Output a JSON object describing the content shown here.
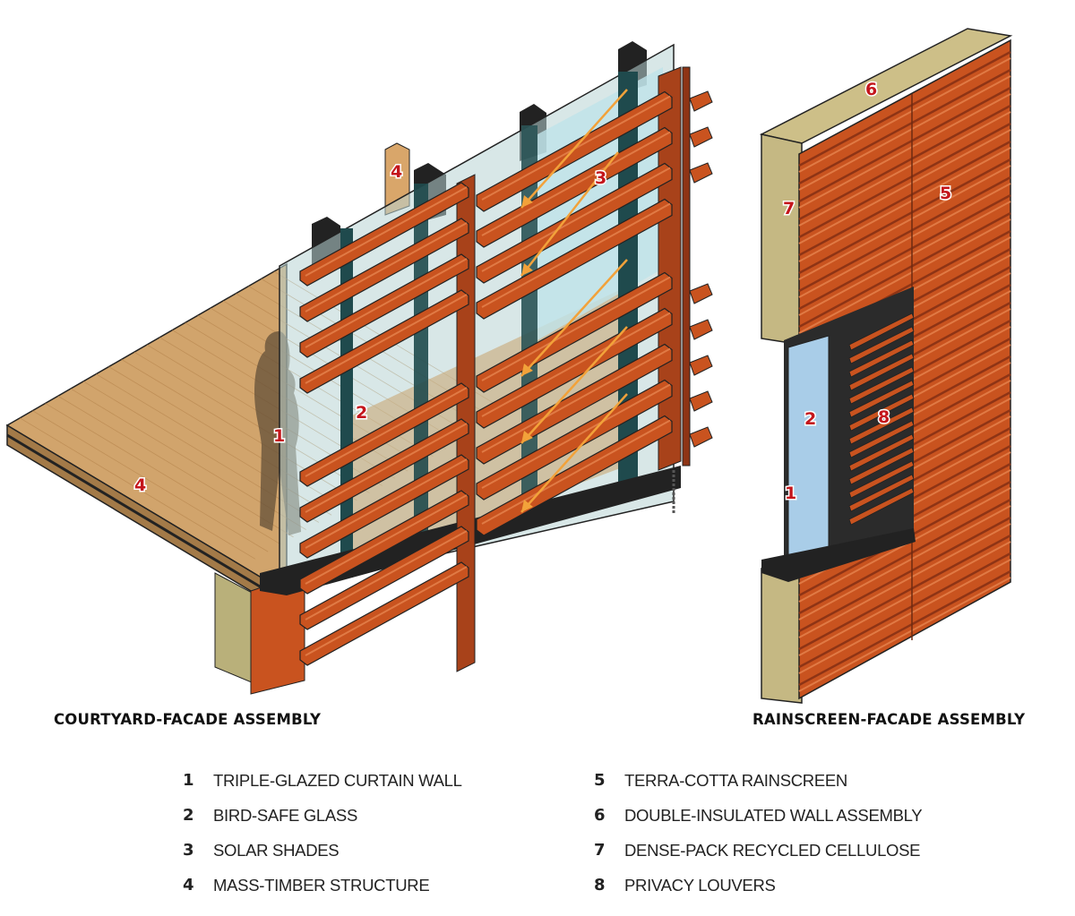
{
  "captions": {
    "left": "COURTYARD-FACADE ASSEMBLY",
    "right": "RAINSCREEN-FACADE ASSEMBLY"
  },
  "callouts": {
    "courtyard": [
      "1",
      "2",
      "3",
      "4",
      "4"
    ],
    "rainscreen": [
      "6",
      "5",
      "7",
      "2",
      "8",
      "1"
    ]
  },
  "legend": [
    {
      "num": "1",
      "label": "TRIPLE-GLAZED CURTAIN WALL"
    },
    {
      "num": "2",
      "label": "BIRD-SAFE GLASS"
    },
    {
      "num": "3",
      "label": "SOLAR SHADES"
    },
    {
      "num": "4",
      "label": "MASS-TIMBER STRUCTURE"
    },
    {
      "num": "5",
      "label": "TERRA-COTTA RAINSCREEN"
    },
    {
      "num": "6",
      "label": "DOUBLE-INSULATED WALL ASSEMBLY"
    },
    {
      "num": "7",
      "label": "DENSE-PACK RECYCLED CELLULOSE"
    },
    {
      "num": "8",
      "label": "PRIVACY LOUVERS"
    }
  ],
  "colors": {
    "terracotta": "#c9531f",
    "terracotta_dark": "#8e3415",
    "wood": "#c99a62",
    "insulation": "#c9bd8a",
    "glass": "#a9d6e3",
    "mullion": "#1f4a4d",
    "callout": "#c4161c",
    "sun_arrow": "#f2a23a"
  }
}
